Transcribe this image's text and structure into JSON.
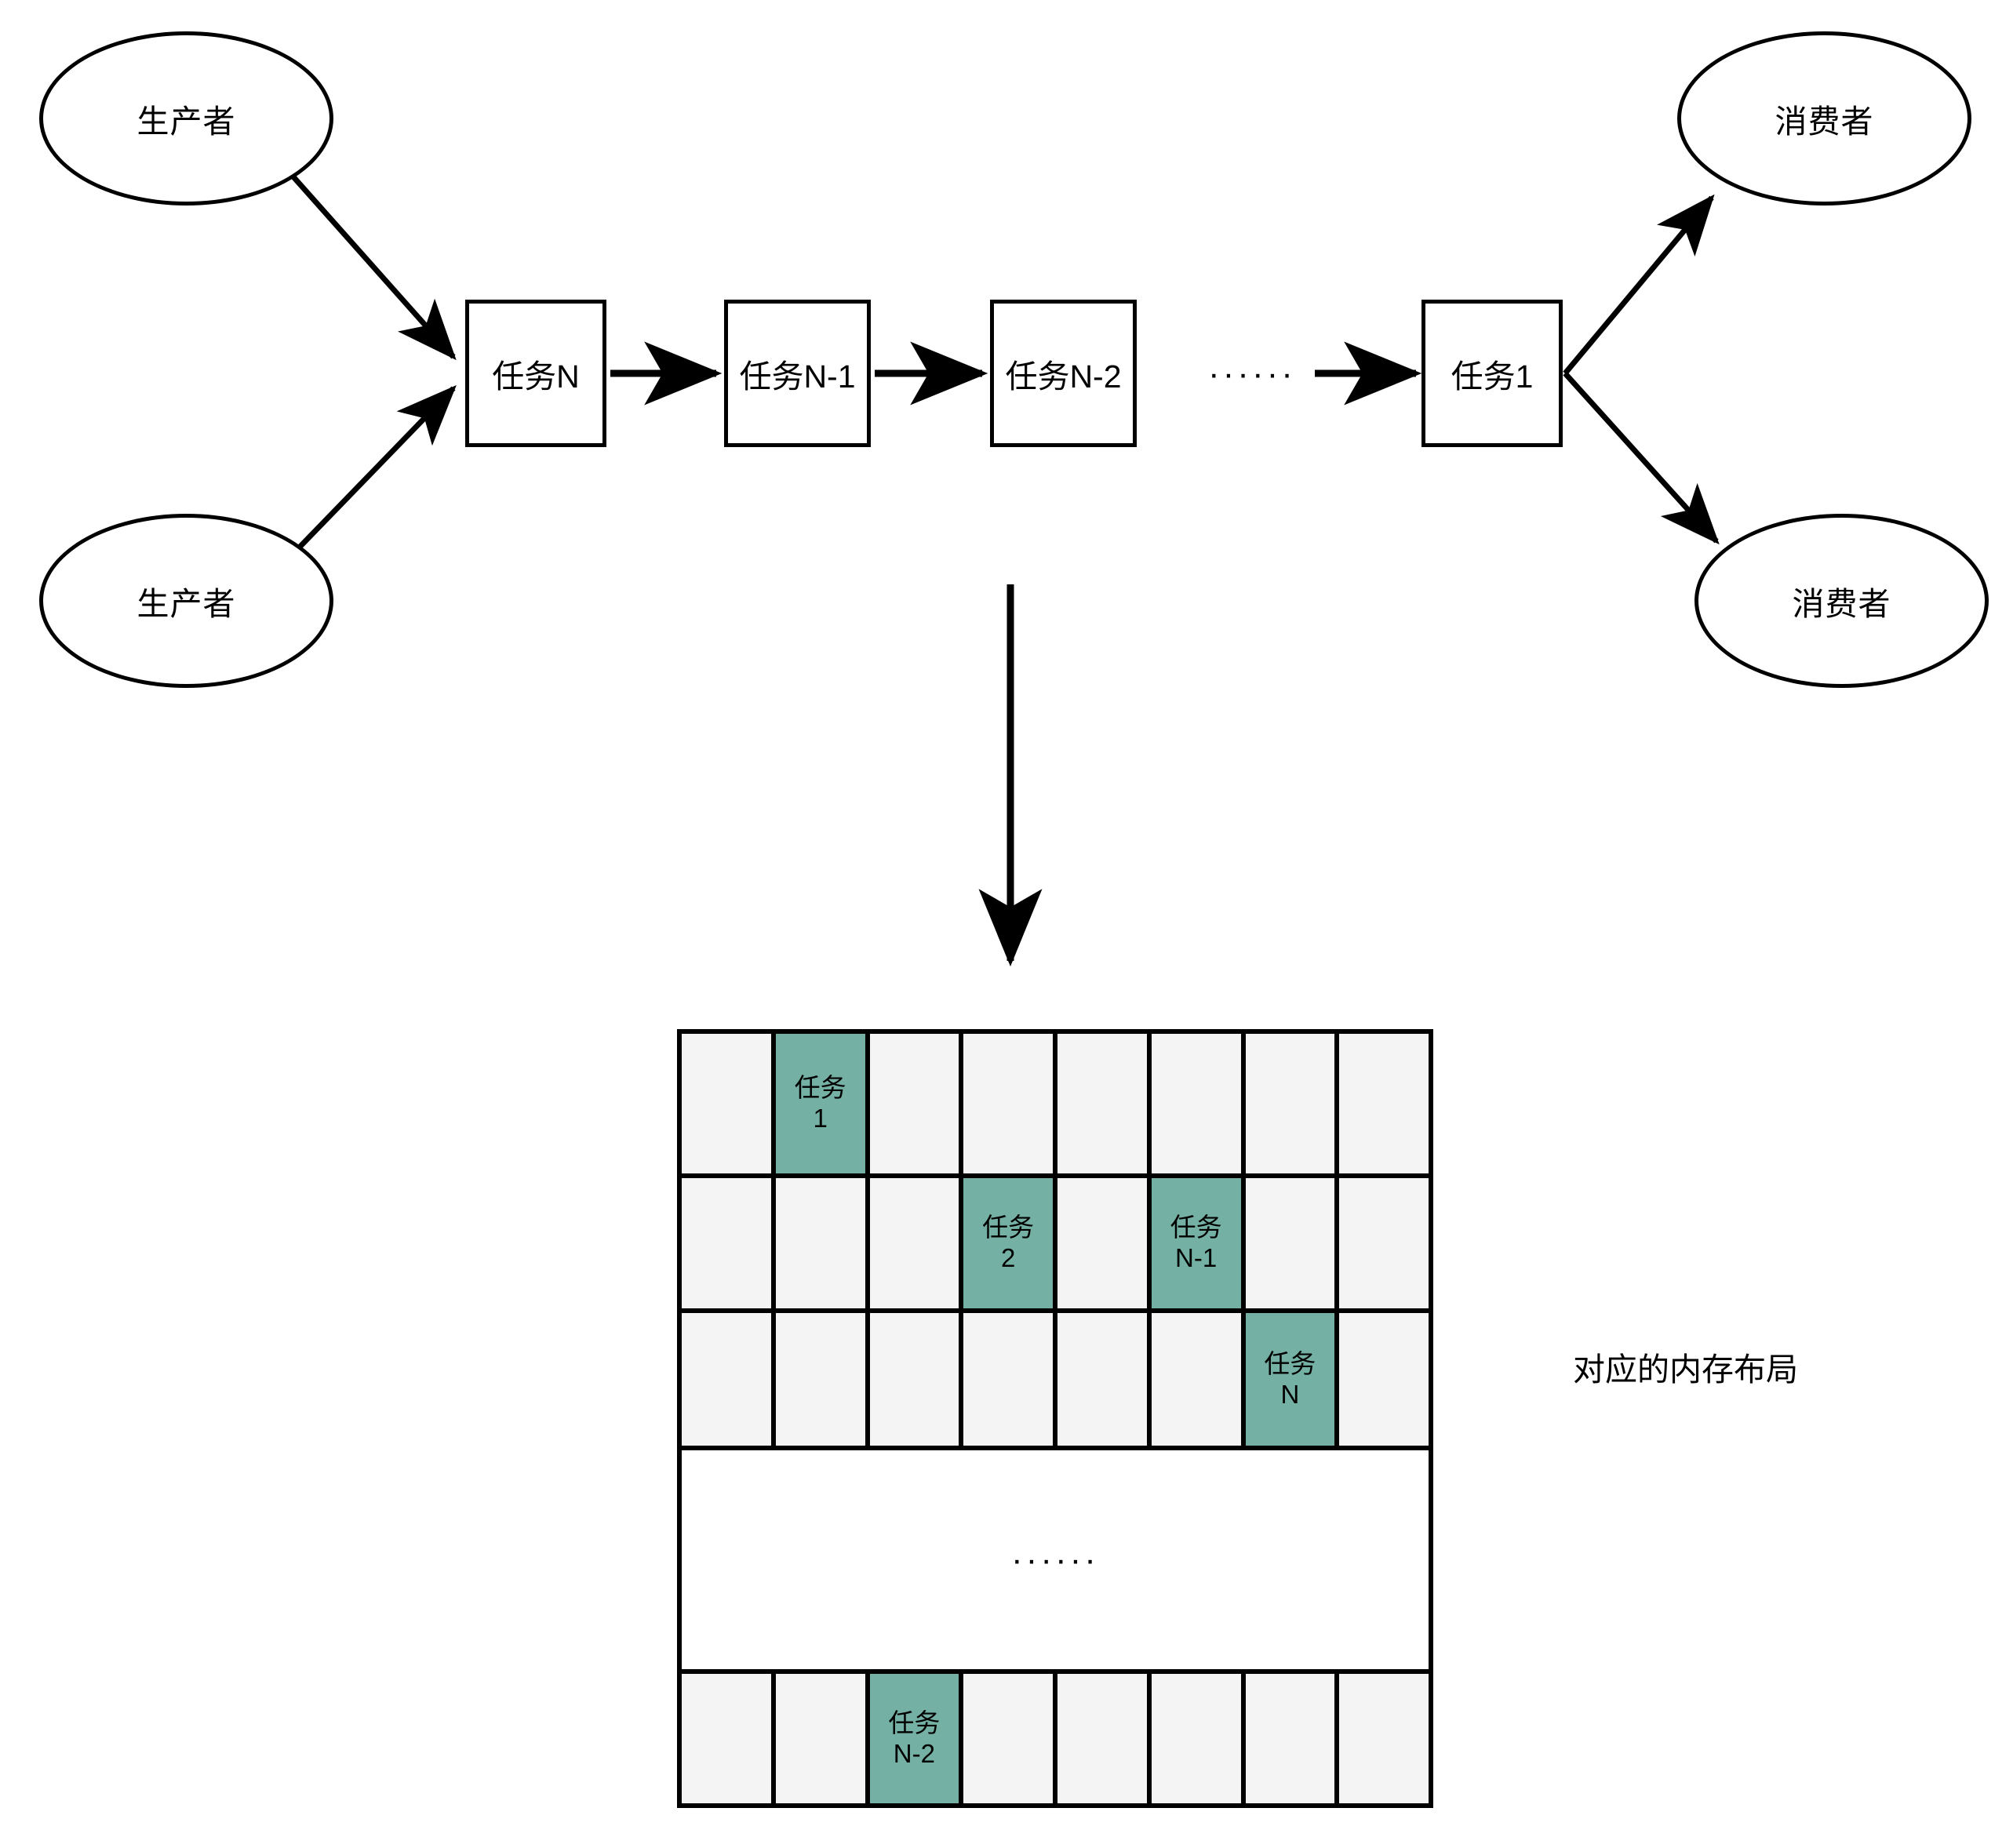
{
  "diagram": {
    "title_caption": "对应的内存布局",
    "colors": {
      "stroke": "#000000",
      "cell_empty": "#f4f4f4",
      "cell_filled": "#74b0a4",
      "background": "#ffffff"
    },
    "producers": [
      {
        "label": "生产者"
      },
      {
        "label": "生产者"
      }
    ],
    "consumers": [
      {
        "label": "消费者"
      },
      {
        "label": "消费者"
      }
    ],
    "task_chain": [
      {
        "label": "任务N"
      },
      {
        "label": "任务N-1"
      },
      {
        "label": "任务N-2"
      },
      {
        "label": "任务1"
      }
    ],
    "chain_ellipsis": "······",
    "grid_ellipsis": "······"
  },
  "memory_grid": {
    "columns": 8,
    "rows": [
      {
        "type": "cells",
        "cells": [
          {
            "filled": false,
            "line1": "",
            "line2": ""
          },
          {
            "filled": true,
            "line1": "任务",
            "line2": "1"
          },
          {
            "filled": false,
            "line1": "",
            "line2": ""
          },
          {
            "filled": false,
            "line1": "",
            "line2": ""
          },
          {
            "filled": false,
            "line1": "",
            "line2": ""
          },
          {
            "filled": false,
            "line1": "",
            "line2": ""
          },
          {
            "filled": false,
            "line1": "",
            "line2": ""
          },
          {
            "filled": false,
            "line1": "",
            "line2": ""
          }
        ]
      },
      {
        "type": "cells",
        "cells": [
          {
            "filled": false,
            "line1": "",
            "line2": ""
          },
          {
            "filled": false,
            "line1": "",
            "line2": ""
          },
          {
            "filled": false,
            "line1": "",
            "line2": ""
          },
          {
            "filled": true,
            "line1": "任务",
            "line2": "2"
          },
          {
            "filled": false,
            "line1": "",
            "line2": ""
          },
          {
            "filled": true,
            "line1": "任务",
            "line2": "N-1"
          },
          {
            "filled": false,
            "line1": "",
            "line2": ""
          },
          {
            "filled": false,
            "line1": "",
            "line2": ""
          }
        ]
      },
      {
        "type": "cells",
        "cells": [
          {
            "filled": false,
            "line1": "",
            "line2": ""
          },
          {
            "filled": false,
            "line1": "",
            "line2": ""
          },
          {
            "filled": false,
            "line1": "",
            "line2": ""
          },
          {
            "filled": false,
            "line1": "",
            "line2": ""
          },
          {
            "filled": false,
            "line1": "",
            "line2": ""
          },
          {
            "filled": false,
            "line1": "",
            "line2": ""
          },
          {
            "filled": true,
            "line1": "任务",
            "line2": "N"
          },
          {
            "filled": false,
            "line1": "",
            "line2": ""
          }
        ]
      },
      {
        "type": "gap",
        "dots": "······"
      },
      {
        "type": "cells",
        "cells": [
          {
            "filled": false,
            "line1": "",
            "line2": ""
          },
          {
            "filled": false,
            "line1": "",
            "line2": ""
          },
          {
            "filled": true,
            "line1": "任务",
            "line2": "N-2"
          },
          {
            "filled": false,
            "line1": "",
            "line2": ""
          },
          {
            "filled": false,
            "line1": "",
            "line2": ""
          },
          {
            "filled": false,
            "line1": "",
            "line2": ""
          },
          {
            "filled": false,
            "line1": "",
            "line2": ""
          },
          {
            "filled": false,
            "line1": "",
            "line2": ""
          }
        ]
      }
    ]
  }
}
